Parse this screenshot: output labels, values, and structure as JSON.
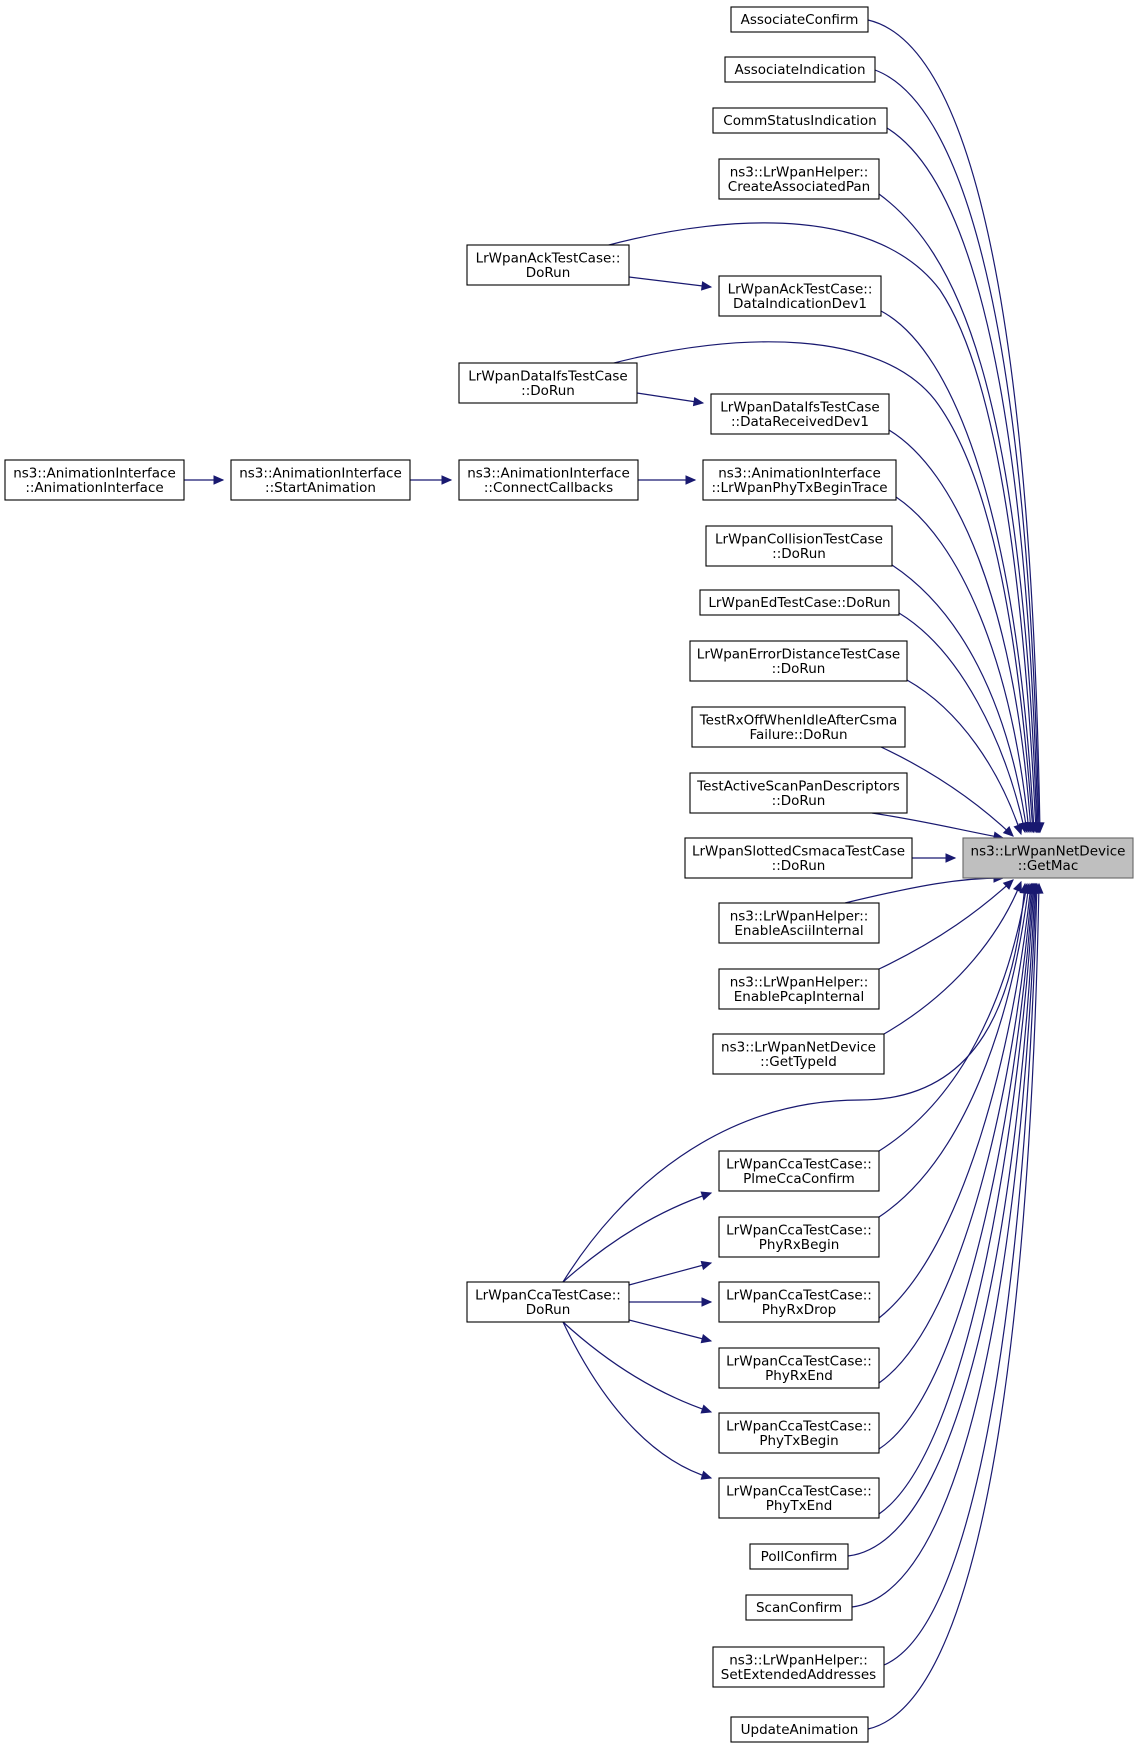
{
  "diagram": {
    "root": {
      "id": "getmac",
      "label": [
        "ns3::LrWpanNetDevice",
        "::GetMac"
      ]
    },
    "nodes": [
      {
        "id": "assocConfirm",
        "label": [
          "AssociateConfirm"
        ]
      },
      {
        "id": "assocIndication",
        "label": [
          "AssociateIndication"
        ]
      },
      {
        "id": "commStatus",
        "label": [
          "CommStatusIndication"
        ]
      },
      {
        "id": "createAssocPan",
        "label": [
          "ns3::LrWpanHelper::",
          "CreateAssociatedPan"
        ]
      },
      {
        "id": "ackDoRun",
        "label": [
          "LrWpanAckTestCase::",
          "DoRun"
        ]
      },
      {
        "id": "ackDataInd",
        "label": [
          "LrWpanAckTestCase::",
          "DataIndicationDev1"
        ]
      },
      {
        "id": "ifsDoRun",
        "label": [
          "LrWpanDataIfsTestCase",
          "::DoRun"
        ]
      },
      {
        "id": "ifsDataRecv",
        "label": [
          "LrWpanDataIfsTestCase",
          "::DataReceivedDev1"
        ]
      },
      {
        "id": "animCtor",
        "label": [
          "ns3::AnimationInterface",
          "::AnimationInterface"
        ]
      },
      {
        "id": "animStart",
        "label": [
          "ns3::AnimationInterface",
          "::StartAnimation"
        ]
      },
      {
        "id": "animConnect",
        "label": [
          "ns3::AnimationInterface",
          "::ConnectCallbacks"
        ]
      },
      {
        "id": "animPhyTx",
        "label": [
          "ns3::AnimationInterface",
          "::LrWpanPhyTxBeginTrace"
        ]
      },
      {
        "id": "collision",
        "label": [
          "LrWpanCollisionTestCase",
          "::DoRun"
        ]
      },
      {
        "id": "edTest",
        "label": [
          "LrWpanEdTestCase::DoRun"
        ]
      },
      {
        "id": "errorDist",
        "label": [
          "LrWpanErrorDistanceTestCase",
          "::DoRun"
        ]
      },
      {
        "id": "rxOff",
        "label": [
          "TestRxOffWhenIdleAfterCsma",
          "Failure::DoRun"
        ]
      },
      {
        "id": "activeScan",
        "label": [
          "TestActiveScanPanDescriptors",
          "::DoRun"
        ]
      },
      {
        "id": "slotted",
        "label": [
          "LrWpanSlottedCsmacaTestCase",
          "::DoRun"
        ]
      },
      {
        "id": "enableAscii",
        "label": [
          "ns3::LrWpanHelper::",
          "EnableAsciiInternal"
        ]
      },
      {
        "id": "enablePcap",
        "label": [
          "ns3::LrWpanHelper::",
          "EnablePcapInternal"
        ]
      },
      {
        "id": "getTypeId",
        "label": [
          "ns3::LrWpanNetDevice",
          "::GetTypeId"
        ]
      },
      {
        "id": "ccaPlme",
        "label": [
          "LrWpanCcaTestCase::",
          "PlmeCcaConfirm"
        ]
      },
      {
        "id": "ccaRxBegin",
        "label": [
          "LrWpanCcaTestCase::",
          "PhyRxBegin"
        ]
      },
      {
        "id": "ccaDoRun",
        "label": [
          "LrWpanCcaTestCase::",
          "DoRun"
        ]
      },
      {
        "id": "ccaRxDrop",
        "label": [
          "LrWpanCcaTestCase::",
          "PhyRxDrop"
        ]
      },
      {
        "id": "ccaRxEnd",
        "label": [
          "LrWpanCcaTestCase::",
          "PhyRxEnd"
        ]
      },
      {
        "id": "ccaTxBegin",
        "label": [
          "LrWpanCcaTestCase::",
          "PhyTxBegin"
        ]
      },
      {
        "id": "ccaTxEnd",
        "label": [
          "LrWpanCcaTestCase::",
          "PhyTxEnd"
        ]
      },
      {
        "id": "pollConfirm",
        "label": [
          "PollConfirm"
        ]
      },
      {
        "id": "scanConfirm",
        "label": [
          "ScanConfirm"
        ]
      },
      {
        "id": "setExtAddr",
        "label": [
          "ns3::LrWpanHelper::",
          "SetExtendedAddresses"
        ]
      },
      {
        "id": "updateAnim",
        "label": [
          "UpdateAnimation"
        ]
      }
    ],
    "edges": [
      {
        "from": "assocConfirm",
        "to": "getmac"
      },
      {
        "from": "assocIndication",
        "to": "getmac"
      },
      {
        "from": "commStatus",
        "to": "getmac"
      },
      {
        "from": "createAssocPan",
        "to": "getmac"
      },
      {
        "from": "ackDoRun",
        "to": "getmac"
      },
      {
        "from": "ackDoRun",
        "to": "ackDataInd"
      },
      {
        "from": "ackDataInd",
        "to": "getmac"
      },
      {
        "from": "ifsDoRun",
        "to": "getmac"
      },
      {
        "from": "ifsDoRun",
        "to": "ifsDataRecv"
      },
      {
        "from": "ifsDataRecv",
        "to": "getmac"
      },
      {
        "from": "animCtor",
        "to": "animStart"
      },
      {
        "from": "animStart",
        "to": "animConnect"
      },
      {
        "from": "animConnect",
        "to": "animPhyTx"
      },
      {
        "from": "animPhyTx",
        "to": "getmac"
      },
      {
        "from": "collision",
        "to": "getmac"
      },
      {
        "from": "edTest",
        "to": "getmac"
      },
      {
        "from": "errorDist",
        "to": "getmac"
      },
      {
        "from": "rxOff",
        "to": "getmac"
      },
      {
        "from": "activeScan",
        "to": "getmac"
      },
      {
        "from": "slotted",
        "to": "getmac"
      },
      {
        "from": "enableAscii",
        "to": "getmac"
      },
      {
        "from": "enablePcap",
        "to": "getmac"
      },
      {
        "from": "getTypeId",
        "to": "getmac"
      },
      {
        "from": "ccaDoRun",
        "to": "getmac"
      },
      {
        "from": "ccaDoRun",
        "to": "ccaPlme"
      },
      {
        "from": "ccaDoRun",
        "to": "ccaRxBegin"
      },
      {
        "from": "ccaDoRun",
        "to": "ccaRxDrop"
      },
      {
        "from": "ccaDoRun",
        "to": "ccaRxEnd"
      },
      {
        "from": "ccaDoRun",
        "to": "ccaTxBegin"
      },
      {
        "from": "ccaDoRun",
        "to": "ccaTxEnd"
      },
      {
        "from": "ccaPlme",
        "to": "getmac"
      },
      {
        "from": "ccaRxBegin",
        "to": "getmac"
      },
      {
        "from": "ccaRxDrop",
        "to": "getmac"
      },
      {
        "from": "ccaRxEnd",
        "to": "getmac"
      },
      {
        "from": "ccaTxBegin",
        "to": "getmac"
      },
      {
        "from": "ccaTxEnd",
        "to": "getmac"
      },
      {
        "from": "pollConfirm",
        "to": "getmac"
      },
      {
        "from": "scanConfirm",
        "to": "getmac"
      },
      {
        "from": "setExtAddr",
        "to": "getmac"
      },
      {
        "from": "updateAnim",
        "to": "getmac"
      }
    ],
    "colors": {
      "edge": "#191970",
      "node_border": "#000000",
      "node_fill": "#ffffff",
      "root_fill": "#bfbfbf",
      "root_border": "#666666"
    }
  }
}
